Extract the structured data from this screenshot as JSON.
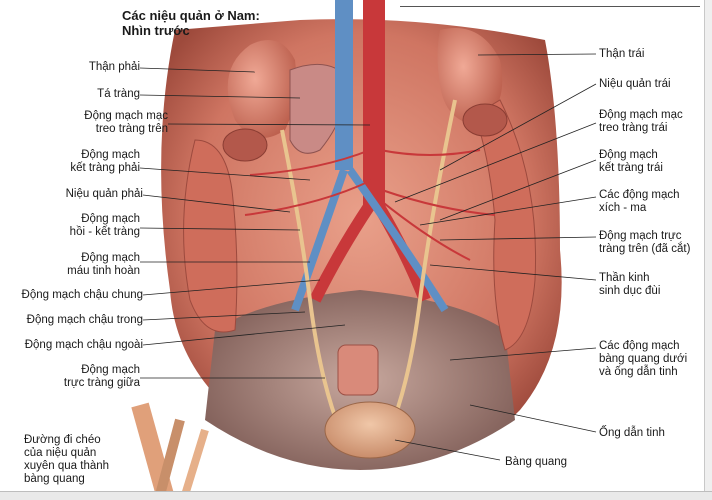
{
  "title": {
    "line1": "Các niệu quản ở Nam:",
    "line2": "Nhìn trước"
  },
  "labels_left": [
    {
      "id": "than-phai",
      "lines": [
        "Thận phải"
      ]
    },
    {
      "id": "ta-trang",
      "lines": [
        "Tá tràng"
      ]
    },
    {
      "id": "dm-mac-treo-trang-tren",
      "lines": [
        "Động mạch mạc",
        "treo tràng trên"
      ]
    },
    {
      "id": "dm-ket-trang-phai",
      "lines": [
        "Động mạch",
        "kết tràng phải"
      ]
    },
    {
      "id": "nieu-quan-phai",
      "lines": [
        "Niệu quản phải"
      ]
    },
    {
      "id": "dm-hoi-ket-trang",
      "lines": [
        "Động mạch",
        "hồi - kết tràng"
      ]
    },
    {
      "id": "dm-mau-tinh-hoan",
      "lines": [
        "Động mạch",
        "máu tinh hoàn"
      ]
    },
    {
      "id": "dm-chau-chung",
      "lines": [
        "Động mạch chậu chung"
      ]
    },
    {
      "id": "dm-chau-trong",
      "lines": [
        "Động mạch chậu trong"
      ]
    },
    {
      "id": "dm-chau-ngoai",
      "lines": [
        "Động mạch chậu ngoài"
      ]
    },
    {
      "id": "dm-truc-trang-giua",
      "lines": [
        "Động mạch",
        "trực tràng giữa"
      ]
    },
    {
      "id": "duong-di-cheo",
      "lines": [
        "Đường đi chéo",
        "của niệu quản",
        "xuyên qua thành",
        "bàng quang"
      ]
    }
  ],
  "labels_right": [
    {
      "id": "than-trai",
      "lines": [
        "Thận trái"
      ]
    },
    {
      "id": "nieu-quan-trai",
      "lines": [
        "Niệu quản trái"
      ]
    },
    {
      "id": "dm-mac-treo-trang-trai",
      "lines": [
        "Động mạch mạc",
        "treo tràng trái"
      ]
    },
    {
      "id": "dm-ket-trang-trai",
      "lines": [
        "Động mạch",
        "kết tràng trái"
      ]
    },
    {
      "id": "cac-dm-xich-ma",
      "lines": [
        "Các động mạch",
        "xích - ma"
      ]
    },
    {
      "id": "dm-truc-trang-tren",
      "lines": [
        "Động mạch trực",
        "tràng trên (đã cắt)"
      ]
    },
    {
      "id": "than-kinh-sinh-duc-dui",
      "lines": [
        "Thần kinh",
        "sinh dục đùi"
      ]
    },
    {
      "id": "cac-dm-bang-quang-duoi",
      "lines": [
        "Các động mạch",
        "bàng quang dưới",
        "và ống dẫn tinh"
      ]
    },
    {
      "id": "ong-dan-tinh",
      "lines": [
        "Ống dẫn tinh"
      ]
    },
    {
      "id": "bang-quang",
      "lines": [
        "Bàng quang"
      ]
    }
  ],
  "colors": {
    "background": "#ffffff",
    "flesh": "#d9826f",
    "artery": "#c8383a",
    "vein": "#5f8fc4",
    "ureter": "#e9c48f",
    "text": "#1a1a1a"
  }
}
